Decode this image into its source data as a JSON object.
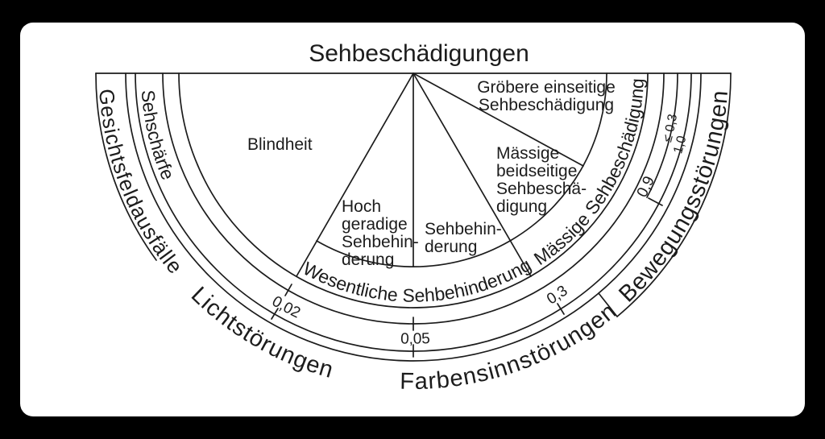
{
  "title": "Sehbeschädigungen",
  "outer_ring": {
    "gesichtsfeld": "Gesichtsfeldausfälle",
    "licht": "Lichtstörungen",
    "farben": "Farbensinnstörungen",
    "bewegung": "Bewegungsstörungen"
  },
  "scale_band": {
    "name": "Sehschärfe",
    "t002": "0,02",
    "t005": "0,05",
    "t03": "0,3",
    "t09": "0,9",
    "le03": "≤ 0,3",
    "t10": "1,0"
  },
  "middle_band": {
    "wesentliche": "Wesentliche Sehbehinderung",
    "maessige": "Mässige Sehbeschädigung"
  },
  "sectors": {
    "blindheit": "Blindheit",
    "hochgradige": [
      "Hoch",
      "geradige",
      "Sehbehin-",
      "derung"
    ],
    "sehbehinderung": [
      "Sehbehin-",
      "derung"
    ],
    "maessige_beidseitige": [
      "Mässige",
      "beidseitige",
      "Sehbeschä-",
      "digung"
    ],
    "groebere_einseitige": [
      "Gröbere einseitige",
      "Sehbeschädigung"
    ]
  },
  "colors": {
    "ink": "#1c1c1c",
    "paper": "#ffffff",
    "frame": "#000000"
  }
}
